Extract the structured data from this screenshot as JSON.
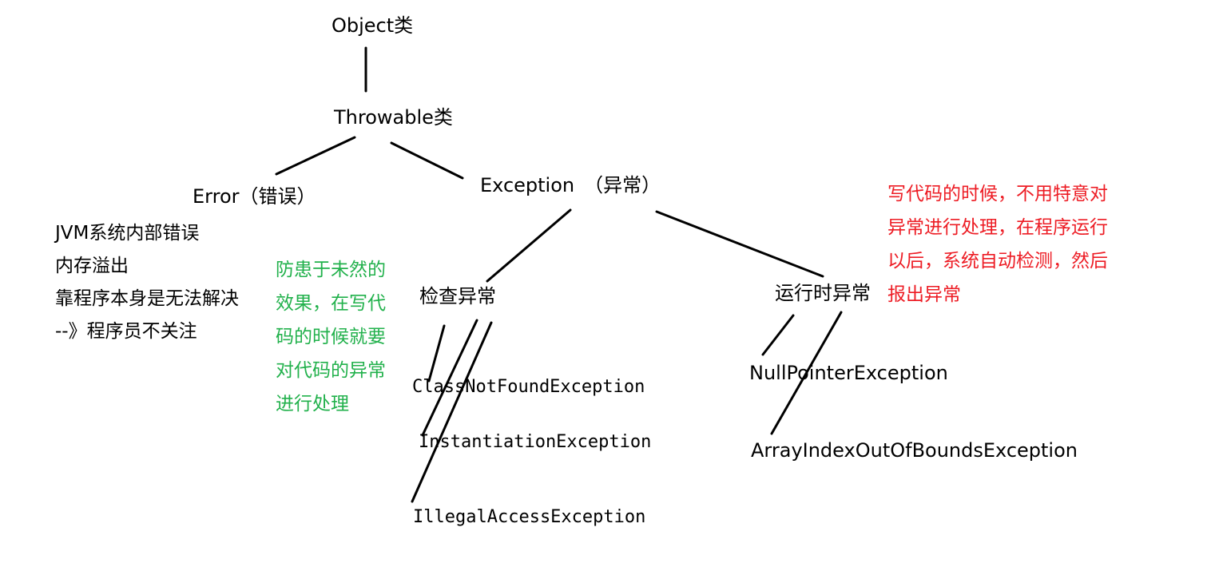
{
  "nodes": {
    "object": "Object类",
    "throwable": "Throwable类",
    "error": "Error（错误）",
    "exception": "Exception　（异常）",
    "checked": "检查异常",
    "runtime": "运行时异常",
    "class_not_found": "ClassNotFoundException",
    "instantiation": "InstantiationException",
    "illegal_access": "IllegalAccessException",
    "null_pointer": "NullPointerException",
    "array_index": "ArrayIndexOutOfBoundsException"
  },
  "notes": {
    "error_desc": {
      "lines": [
        "JVM系统内部错误",
        "内存溢出",
        "靠程序本身是无法解决",
        "--》程序员不关注"
      ],
      "color": "#000000"
    },
    "checked_desc": {
      "lines": [
        "防患于未然的",
        "效果，在写代",
        "码的时候就要",
        "对代码的异常",
        "进行处理"
      ],
      "color": "#22b14c"
    },
    "runtime_desc": {
      "lines": [
        "写代码的时候，不用特意对",
        "异常进行处理，在程序运行",
        "以后，系统自动检测，然后",
        "报出异常"
      ],
      "color": "#ed1c24"
    }
  }
}
